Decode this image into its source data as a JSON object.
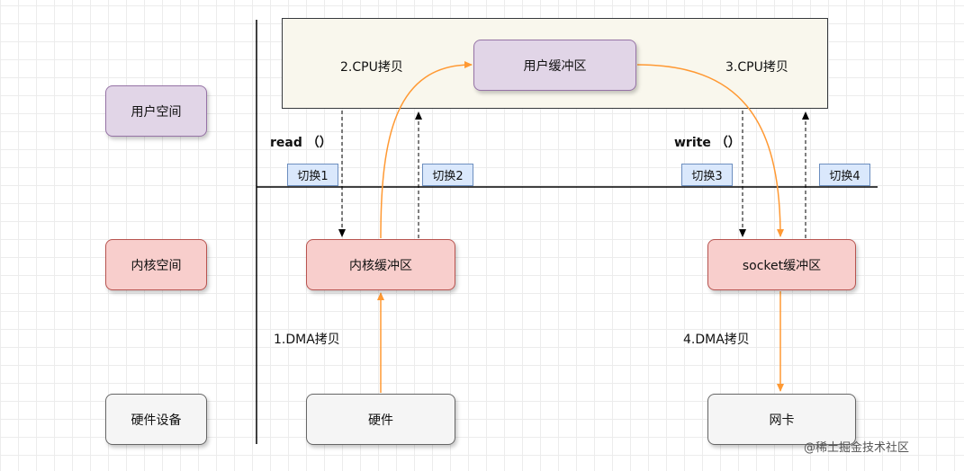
{
  "rows": {
    "user_space": "用户空间",
    "kernel_space": "内核空间",
    "hardware_device": "硬件设备"
  },
  "nodes": {
    "user_buffer": "用户缓冲区",
    "kernel_buffer": "内核缓冲区",
    "socket_buffer": "socket缓冲区",
    "hardware": "硬件",
    "nic": "网卡"
  },
  "steps": {
    "dma_copy_1": "1.DMA拷贝",
    "cpu_copy_2": "2.CPU拷贝",
    "cpu_copy_3": "3.CPU拷贝",
    "dma_copy_4": "4.DMA拷贝"
  },
  "calls": {
    "read": "read （）",
    "write": "write （）"
  },
  "switches": [
    "切换1",
    "切换2",
    "切换3",
    "切换4"
  ],
  "watermark": "@稀土掘金技术社区",
  "colors": {
    "orange_arrow": "#ff9933",
    "dashed_arrow": "#000000",
    "purple_fill": "#e1d5e7",
    "pink_fill": "#f8cecc",
    "gray_fill": "#f5f5f5",
    "switch_fill": "#dae8fc",
    "user_area_fill": "#f9f7ed"
  }
}
